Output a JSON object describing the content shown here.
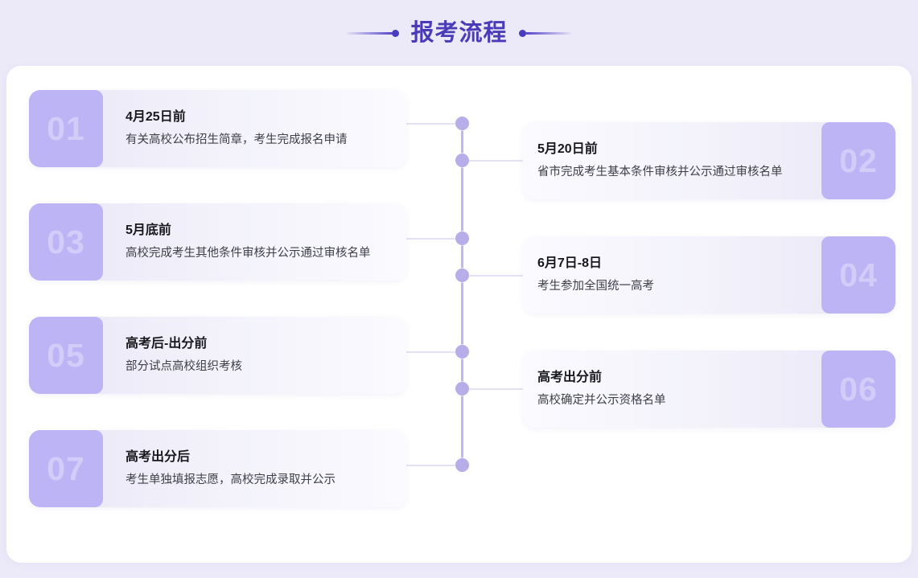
{
  "header": {
    "title": "报考流程",
    "accent_color": "#4a3cb8",
    "deco_left_icon": "line-with-dot",
    "deco_right_icon": "dot-with-line"
  },
  "theme": {
    "page_background": "#eceaf9",
    "panel_background": "#ffffff",
    "badge_color": "#bcb4f5",
    "badge_text_color": "#d2cdf8",
    "node_color": "#b6ade9",
    "spine_color": "#bfb7f2"
  },
  "timeline": {
    "steps": [
      {
        "number": "01",
        "side": "left",
        "heading": "4月25日前",
        "description": "有关高校公布招生简章，考生完成报名申请"
      },
      {
        "number": "02",
        "side": "right",
        "heading": "5月20日前",
        "description": "省市完成考生基本条件审核并公示通过审核名单"
      },
      {
        "number": "03",
        "side": "left",
        "heading": "5月底前",
        "description": "高校完成考生其他条件审核并公示通过审核名单"
      },
      {
        "number": "04",
        "side": "right",
        "heading": "6月7日-8日",
        "description": "考生参加全国统一高考"
      },
      {
        "number": "05",
        "side": "left",
        "heading": "高考后-出分前",
        "description": "部分试点高校组织考核"
      },
      {
        "number": "06",
        "side": "right",
        "heading": "高考出分前",
        "description": "高校确定并公示资格名单"
      },
      {
        "number": "07",
        "side": "left",
        "heading": "高考出分后",
        "description": "考生单独填报志愿，高校完成录取并公示"
      }
    ]
  }
}
